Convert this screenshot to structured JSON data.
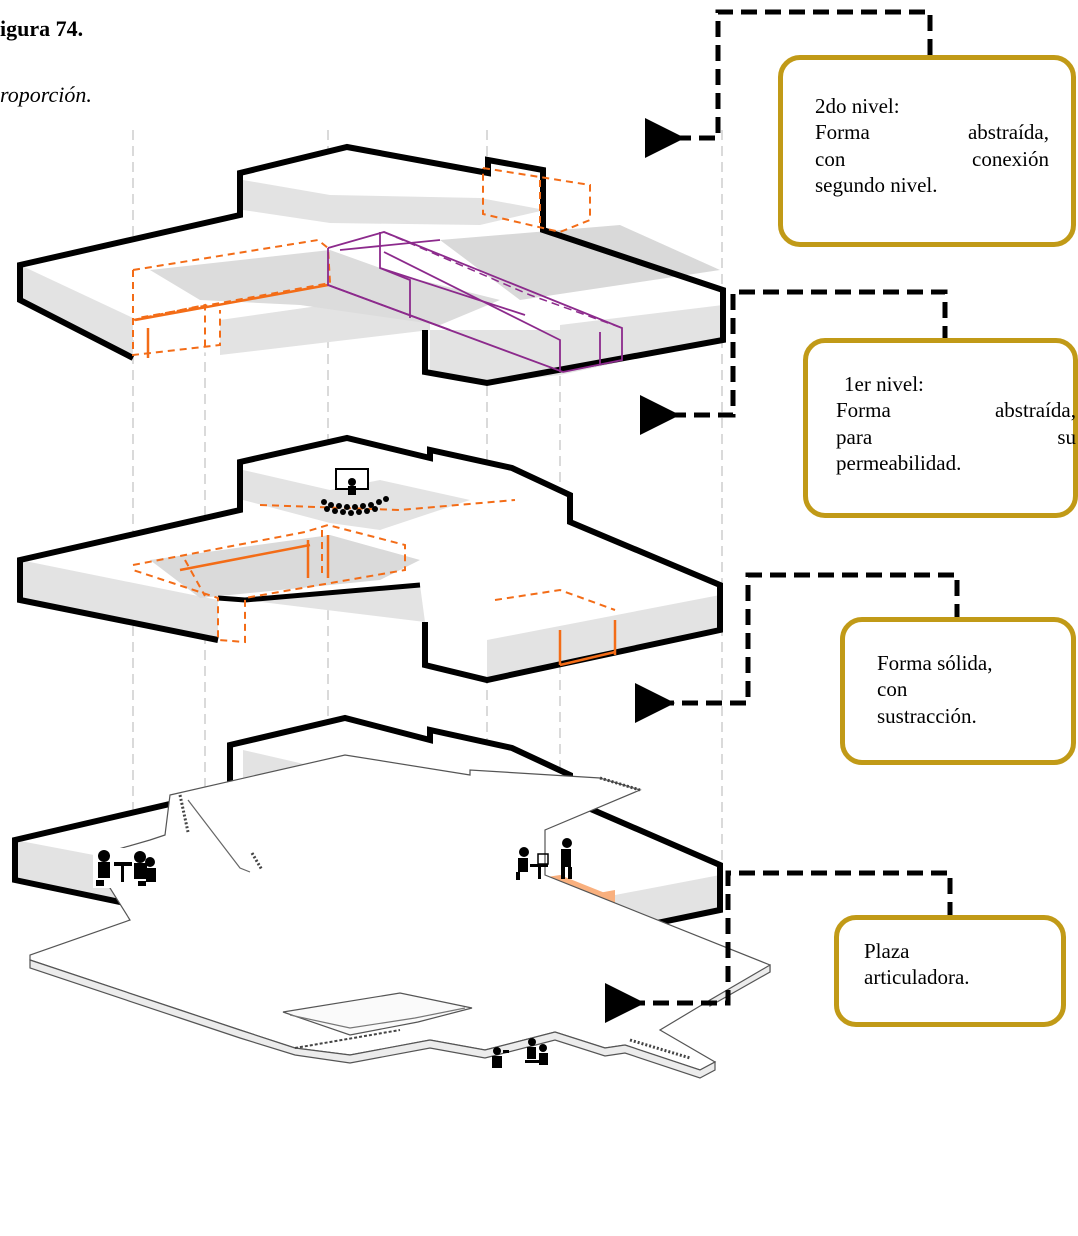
{
  "figure": {
    "label": "igura 74.",
    "caption": "roporción."
  },
  "callouts": {
    "second_level": {
      "title": "2do nivel:",
      "lines": [
        "Forma abstraída,",
        "con conexión",
        "segundo nivel."
      ]
    },
    "first_level": {
      "title": "1er nivel:",
      "lines": [
        "Forma abstraída,",
        "para su",
        "permeabilidad."
      ]
    },
    "solid_form": {
      "lines": [
        "Forma sólida,",
        "con",
        "sustracción."
      ]
    },
    "plaza": {
      "lines": [
        "Plaza",
        "articuladora."
      ]
    }
  },
  "colors": {
    "frame": "#c19a17",
    "orange": "#f36c17",
    "orange_fill": "#f9b07e",
    "purple": "#8c2a8c",
    "slab_side": "#e3e3e3",
    "shadow": "#d9d9d9"
  },
  "icons": [
    "audience-presentation-icon",
    "people-meeting-icon",
    "people-working-icon",
    "people-gathering-icon"
  ]
}
